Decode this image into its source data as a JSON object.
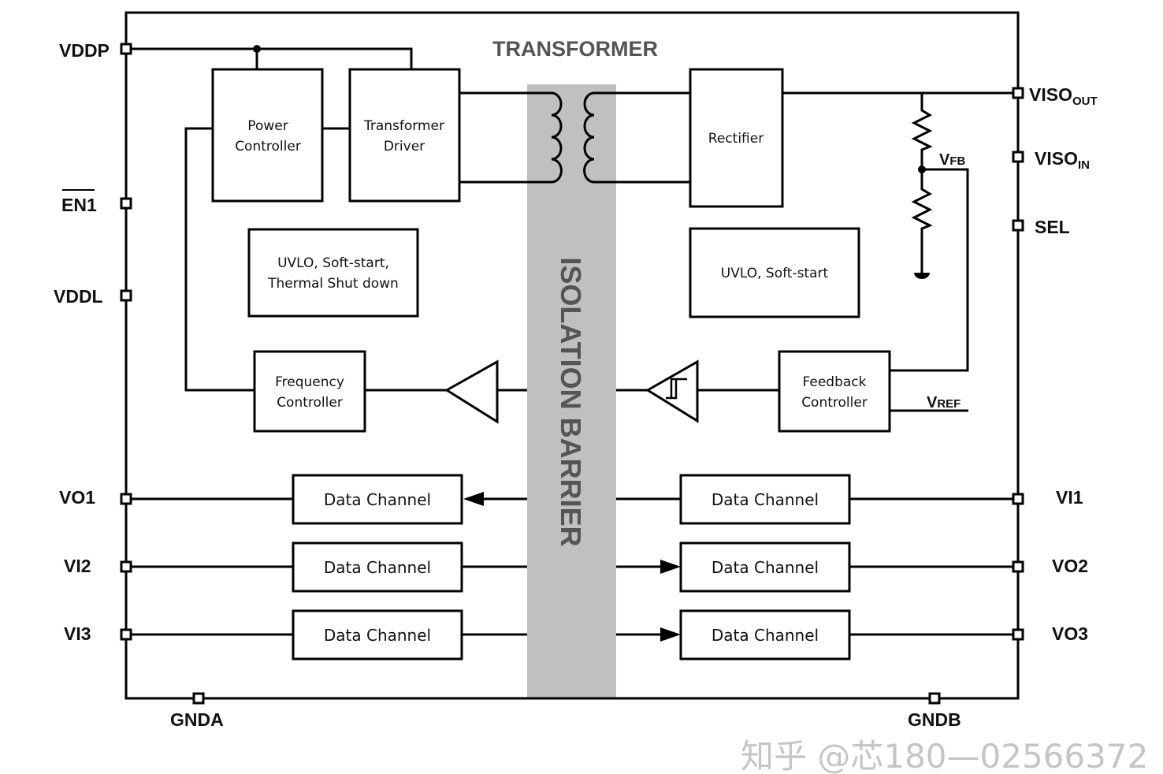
{
  "title": "TRANSFORMER",
  "barrier_label": "ISOLATION BARRIER",
  "blocks": {
    "power_controller": [
      "Power",
      "Controller"
    ],
    "transformer_driver": [
      "Transformer",
      "Driver"
    ],
    "rectifier": "Rectifier",
    "uvlo_primary": [
      "UVLO, Soft-start,",
      "Thermal Shut down"
    ],
    "uvlo_secondary": "UVLO, Soft-start",
    "frequency_controller": [
      "Frequency",
      "Controller"
    ],
    "feedback_controller": [
      "Feedback",
      "Controller"
    ],
    "data_channel": "Data Channel"
  },
  "signals": {
    "vfb": {
      "main": "V",
      "sub": "FB"
    },
    "vref": {
      "main": "V",
      "sub": "REF"
    }
  },
  "pins": {
    "vddp": "VDDP",
    "en1": "EN1",
    "vddl": "VDDL",
    "vo1": "VO1",
    "vi2": "VI2",
    "vi3": "VI3",
    "gnda": "GNDA",
    "viso_out": {
      "main": "VISO",
      "sub": "OUT"
    },
    "viso_in": {
      "main": "VISO",
      "sub": "IN"
    },
    "sel": "SEL",
    "vi1": "VI1",
    "vo2": "VO2",
    "vo3": "VO3",
    "gndb": "GNDB"
  },
  "watermark": "知乎 @芯180—02566372",
  "colors": {
    "barrier": "#c0c0c0",
    "line": "#000000"
  }
}
